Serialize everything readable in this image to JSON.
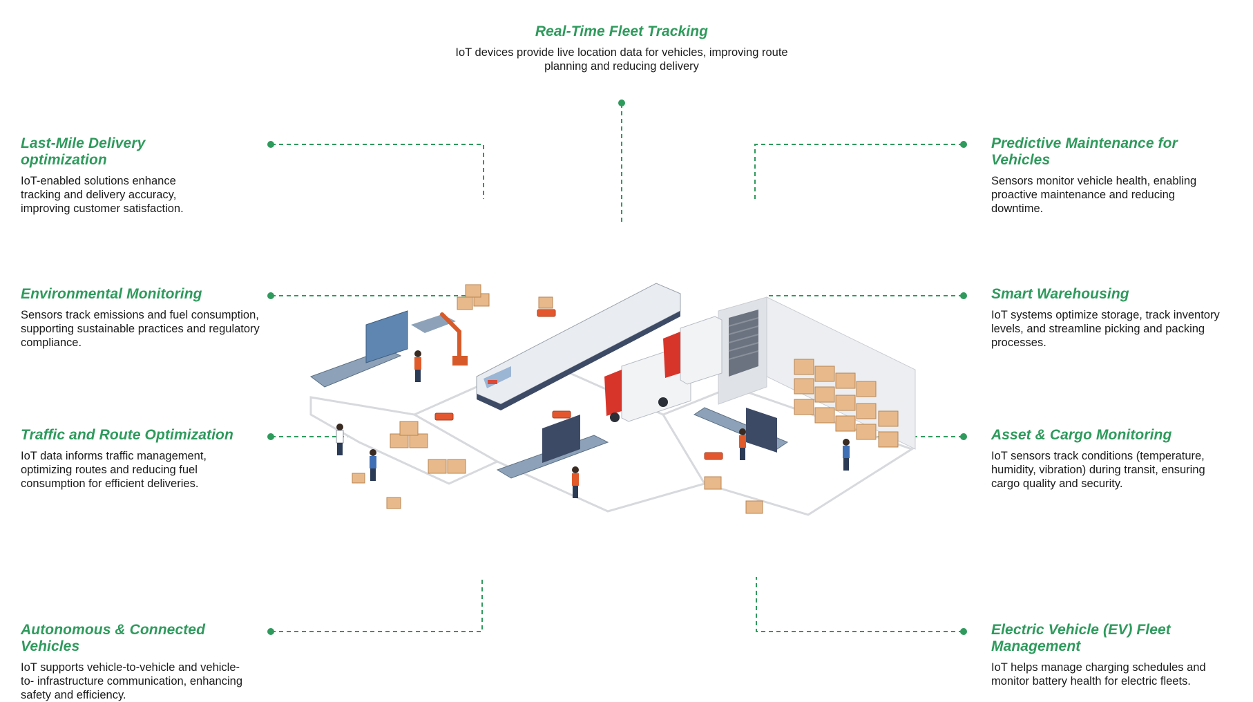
{
  "accent_color": "#2e9a5c",
  "items": {
    "fleet_tracking": {
      "title": "Real-Time Fleet Tracking",
      "description": "IoT devices provide live location data for vehicles, improving route planning and reducing delivery"
    },
    "last_mile": {
      "title": "Last-Mile Delivery optimization",
      "description": "IoT-enabled solutions enhance tracking and delivery accuracy, improving customer satisfaction."
    },
    "predictive_maintenance": {
      "title": "Predictive Maintenance for Vehicles",
      "description": "Sensors monitor vehicle health, enabling proactive maintenance and reducing downtime."
    },
    "environmental": {
      "title": "Environmental Monitoring",
      "description": "Sensors track emissions and fuel consumption, supporting sustainable practices and regulatory compliance."
    },
    "smart_warehousing": {
      "title": "Smart Warehousing",
      "description": "IoT systems optimize storage, track inventory levels, and streamline picking and packing processes."
    },
    "traffic_route": {
      "title": "Traffic and Route Optimization",
      "description": "IoT data informs traffic management, optimizing routes and reducing fuel consumption for efficient deliveries."
    },
    "asset_cargo": {
      "title": "Asset & Cargo Monitoring",
      "description": "IoT sensors track conditions (temperature, humidity, vibration) during transit, ensuring cargo quality and security."
    },
    "autonomous": {
      "title": "Autonomous & Connected Vehicles",
      "description": "IoT supports vehicle-to-vehicle and vehicle-to- infrastructure communication, enhancing safety and efficiency."
    },
    "ev_fleet": {
      "title": "Electric Vehicle (EV) Fleet Management",
      "description": "IoT helps manage charging schedules and monitor battery health for electric fleets."
    }
  },
  "illustration": {
    "icons": [
      "conveyor-belt-icon",
      "truck-icon",
      "train-icon",
      "warehouse-icon",
      "robot-arm-icon",
      "worker-icon",
      "cargo-box-icon",
      "agv-robot-icon"
    ]
  }
}
